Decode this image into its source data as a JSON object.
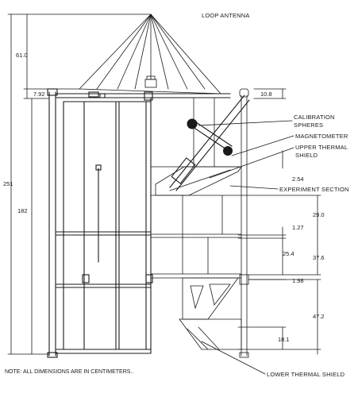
{
  "labels": {
    "loop_antenna": "LOOP ANTENNA",
    "calibration_1": "CALIBRATION",
    "calibration_2": "SPHERES",
    "magnetometer": "MAGNETOMETER",
    "upper_shield_1": "UPPER THERMAL",
    "upper_shield_2": "SHIELD",
    "experiment_section": "EXPERIMENT SECTION",
    "lower_shield": "LOWER THERMAL SHIELD",
    "note": "NOTE: ALL DIMENSIONS ARE IN CENTIMETERS.."
  },
  "dimensions": {
    "d61_0": "61.0",
    "d7_92": "7.92",
    "d251": "251",
    "d182": "182",
    "d10_8": "10.8",
    "d2_54": "2.54",
    "d29_0": "29.0",
    "d1_27": "1.27",
    "d25_4": "25.4",
    "d37_6": "37.6",
    "d1_98": "1.98",
    "d47_2": "47.2",
    "d18_1": "18.1"
  },
  "colors": {
    "ink": "#1a1a1a",
    "paper": "#ffffff"
  }
}
